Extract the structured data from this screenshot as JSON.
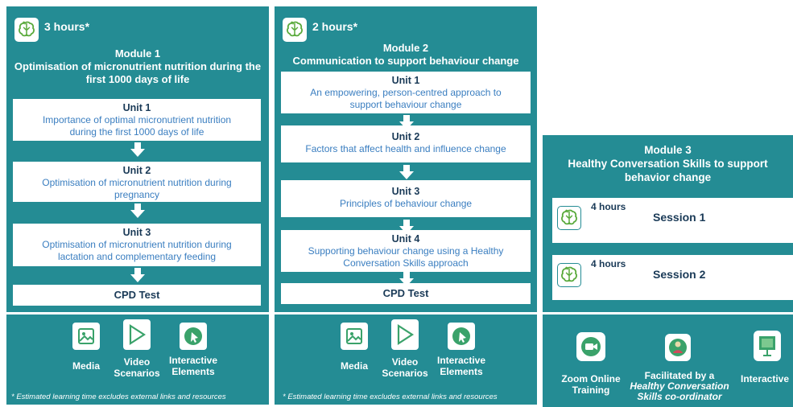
{
  "colors": {
    "teal": "#248c94",
    "navy": "#1a3a57",
    "blue_text": "#3a7ec0"
  },
  "module1": {
    "hours": "3 hours*",
    "module_label": "Module 1",
    "title_line1": "Optimisation of micronutrient nutrition during the",
    "title_line2": "first 1000 days of life",
    "units": [
      {
        "title": "Unit 1",
        "line1": "Importance of optimal micronutrient nutrition",
        "line2": "during the first 1000 days of life"
      },
      {
        "title": "Unit 2",
        "line1": "Optimisation of micronutrient nutrition during",
        "line2": "pregnancy"
      },
      {
        "title": "Unit 3",
        "line1": "Optimisation of micronutrient nutrition during",
        "line2": "lactation and complementary feeding"
      }
    ],
    "cpd": "CPD Test",
    "media": {
      "label": "Media",
      "icon": "image-icon"
    },
    "video": {
      "label1": "Video",
      "label2": "Scenarios",
      "icon": "play-icon"
    },
    "interactive": {
      "label1": "Interactive",
      "label2": "Elements",
      "icon": "cursor-click-icon"
    },
    "footnote": "* Estimated learning time excludes external links and resources"
  },
  "module2": {
    "hours": "2 hours*",
    "module_label": "Module 2",
    "title_line1": "Communication to support behaviour change",
    "units": [
      {
        "title": "Unit 1",
        "line1": "An empowering, person-centred approach to",
        "line2": "support behaviour change"
      },
      {
        "title": "Unit 2",
        "line1": "Factors that affect health and influence change",
        "line2": ""
      },
      {
        "title": "Unit 3",
        "line1": "Principles of behaviour change",
        "line2": ""
      },
      {
        "title": "Unit 4",
        "line1": "Supporting behaviour change using a Healthy",
        "line2": "Conversation Skills approach"
      }
    ],
    "cpd": "CPD Test",
    "media": {
      "label": "Media"
    },
    "video": {
      "label1": "Video",
      "label2": "Scenarios"
    },
    "interactive": {
      "label1": "Interactive",
      "label2": "Elements"
    },
    "footnote": "* Estimated learning time excludes external links and resources"
  },
  "module3": {
    "module_label": "Module 3",
    "title_line1": "Healthy Conversation Skills to support",
    "title_line2": "behavior change",
    "sessions": [
      {
        "hours": "4  hours",
        "name": "Session 1"
      },
      {
        "hours": "4  hours",
        "name": "Session 2"
      }
    ],
    "zoom": {
      "label1": "Zoom Online",
      "label2": "Training",
      "icon": "video-camera-icon"
    },
    "facilitated": {
      "label1": "Facilitated by a",
      "label2": "Healthy Conversation",
      "label3": "Skills co-ordinator",
      "icon": "coordinator-icon"
    },
    "interactive": {
      "label": "Interactive",
      "icon": "presentation-board-icon"
    }
  }
}
